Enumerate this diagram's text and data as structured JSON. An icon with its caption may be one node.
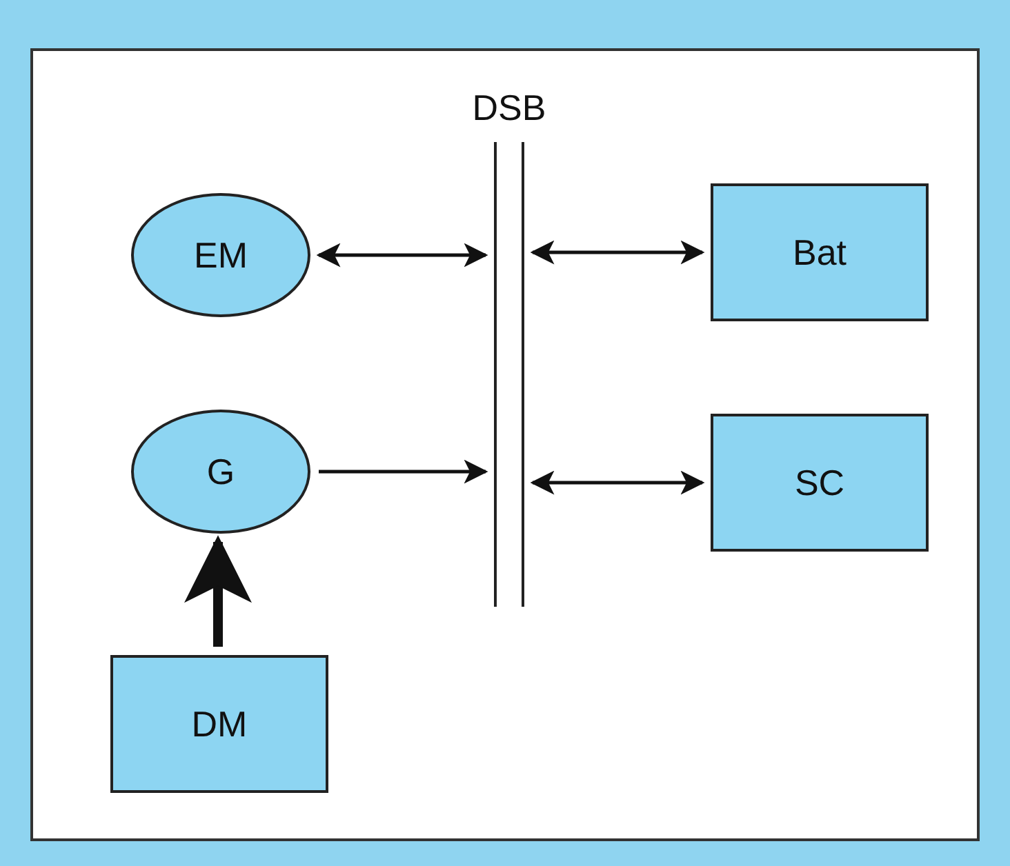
{
  "diagram": {
    "nodes": [
      {
        "text": [
          "EM"
        ]
      },
      {
        "text": [
          "G"
        ]
      },
      {
        "text": [
          "DM"
        ]
      },
      {
        "text": [
          "DSB"
        ]
      },
      {
        "text": [
          "Bat"
        ]
      },
      {
        "text": [
          "SC"
        ]
      }
    ],
    "edges": [
      {
        "from": 0,
        "to": 3,
        "arrow": "both"
      },
      {
        "from": 1,
        "to": 3,
        "arrow": "to"
      },
      {
        "from": 2,
        "to": 1,
        "arrow": "to",
        "style": "thick"
      },
      {
        "from": 3,
        "to": 4,
        "arrow": "both"
      },
      {
        "from": 3,
        "to": 5,
        "arrow": "both"
      }
    ]
  }
}
